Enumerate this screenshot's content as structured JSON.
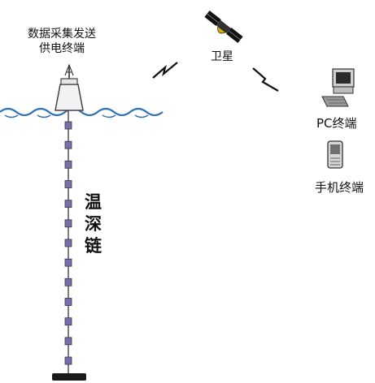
{
  "labels": {
    "buoy_line1": "数据采集发送",
    "buoy_line2": "供电终端",
    "satellite": "卫星",
    "pc_terminal": "PC终端",
    "mobile_terminal": "手机终端",
    "chain": "温深链"
  },
  "colors": {
    "water": "#2f6fb6",
    "chain_node": "#7a6ea6",
    "chain_node_stroke": "#3a3358",
    "anchor": "#1a1a1a",
    "buoy_fill": "#f2f2f2",
    "buoy_stroke": "#444444"
  },
  "chain": {
    "node_count": 13
  },
  "icons": {
    "satellite": "satellite-icon",
    "pc": "desktop-computer-icon",
    "phone": "mobile-phone-icon",
    "link": "lightning-signal-icon"
  }
}
